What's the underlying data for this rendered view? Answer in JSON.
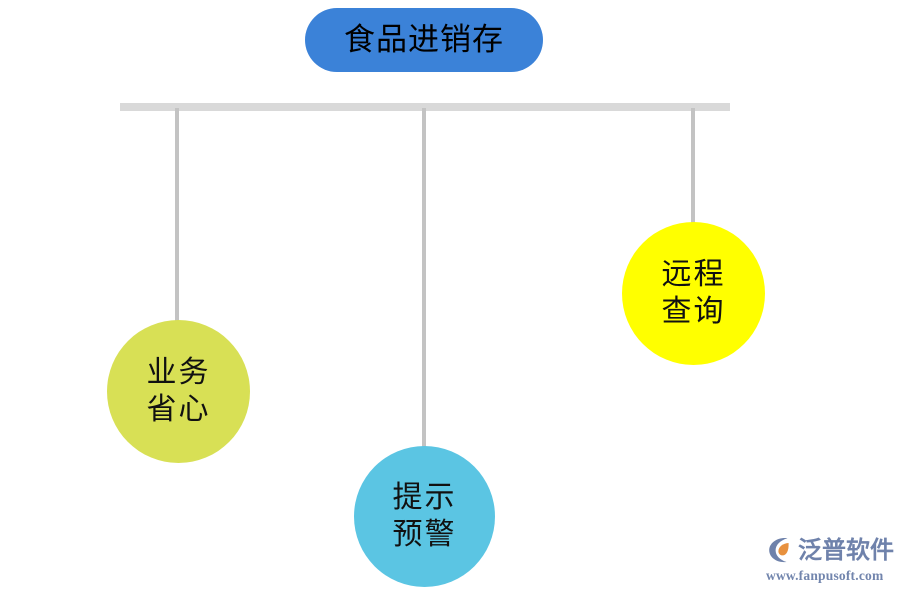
{
  "diagram": {
    "title": "食品进销存",
    "nodes": [
      {
        "id": "node-green",
        "color": "#d8e055",
        "line1": "业务",
        "line2": "省心"
      },
      {
        "id": "node-cyan",
        "color": "#5bc5e3",
        "line1": "提示",
        "line2": "预警"
      },
      {
        "id": "node-yellow",
        "color": "#ffff00",
        "line1": "远程",
        "line2": "查询"
      }
    ],
    "colors": {
      "title_pill": "#3b82d8",
      "rail": "#d9d9d9",
      "connector": "#c3c3c3",
      "text": "#111111",
      "background": "#ffffff"
    }
  },
  "branding": {
    "company_cn": "泛普软件",
    "website": "www.fanpusoft.com",
    "logo_color": "#6f82ab",
    "logo_accent": "#e8913e"
  }
}
